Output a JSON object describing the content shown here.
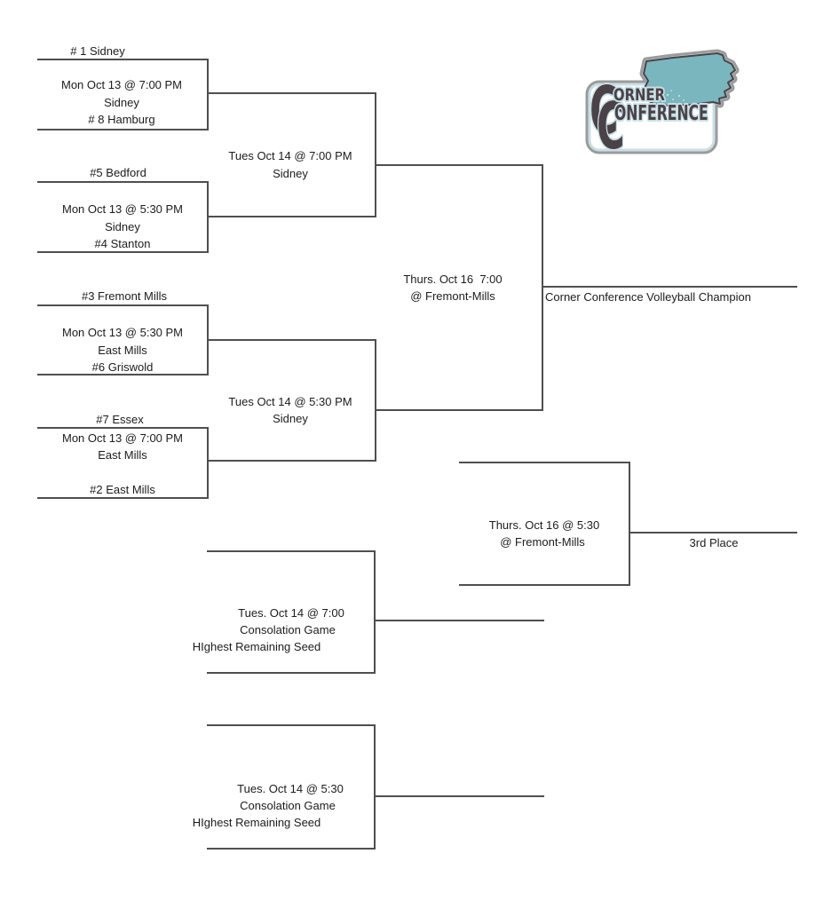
{
  "page": {
    "title": "Corner Conference Volleyball Bracket",
    "background": "#ffffff"
  },
  "colors": {
    "line": "#4f4f4f",
    "text": "#1c1c1c",
    "logo_teal": "#7ab6be",
    "logo_dark": "#4a4247",
    "logo_border": "#9b9b9b",
    "logo_lightblue": "#c8dfe5"
  },
  "bracket": {
    "round1": [
      {
        "seed_top": "# 1 Sidney",
        "info1": "Mon Oct 13 @ 7:00 PM",
        "info2": "Sidney",
        "seed_bottom": "# 8 Hamburg"
      },
      {
        "seed_top": "#5 Bedford",
        "info1": "Mon Oct 13 @ 5:30 PM",
        "info2": "Sidney",
        "seed_bottom": "#4 Stanton"
      },
      {
        "seed_top": "#3 Fremont Mills",
        "info1": "Mon Oct 13 @ 5:30 PM",
        "info2": "East Mills",
        "seed_bottom": "#6 Griswold"
      },
      {
        "seed_top": "#7 Essex",
        "info1": "Mon Oct 13 @ 7:00 PM",
        "info2": "East Mills",
        "seed_bottom": "#2 East Mills"
      }
    ],
    "semifinals": [
      {
        "datetime": "Tues Oct 14 @ 7:00 PM",
        "site": "Sidney"
      },
      {
        "datetime": "Tues Oct 14 @ 5:30 PM",
        "site": "Sidney"
      }
    ],
    "championship": {
      "datetime": "Thurs. Oct 16  7:00",
      "site": "@ Fremont-Mills",
      "winner_label": "Corner Conference Volleyball Champion"
    },
    "third_place": {
      "datetime": "Thurs. Oct 16 @ 5:30",
      "site": "@ Fremont-Mills",
      "winner_label": "3rd Place"
    },
    "consolations": [
      {
        "datetime": "Tues. Oct 14 @ 7:00",
        "name": "Consolation Game",
        "participants": "HIghest Remaining Seed"
      },
      {
        "datetime": "Tues. Oct 14 @ 5:30",
        "name": "Consolation Game",
        "participants": "HIghest Remaining Seed"
      }
    ]
  },
  "logo": {
    "letter1": "C",
    "letter2": "C",
    "word_top": "ORNER",
    "word_bottom": "ONFERENCE",
    "state_shape": "iowa-state-icon"
  }
}
